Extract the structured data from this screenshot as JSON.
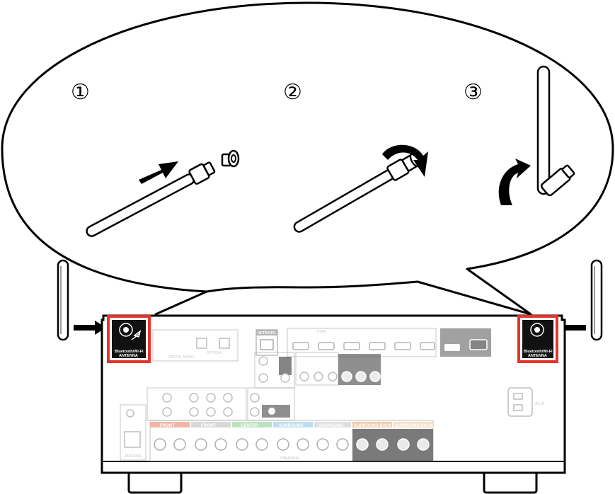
{
  "steps": [
    {
      "number": "①"
    },
    {
      "number": "②"
    },
    {
      "number": "③"
    }
  ],
  "receiver": {
    "antenna_left_label_line1": "Bluetooth/Wi-Fi",
    "antenna_left_label_line2": "ANTENNA",
    "antenna_right_label_line1": "Bluetooth/Wi-Fi",
    "antenna_right_label_line2": "ANTENNA",
    "network_label": "NETWORK",
    "hdmi_label": "HDMI",
    "digital_audio_label": "DIGITAL AUDIO",
    "optical_label": "OPTICAL",
    "ac_in_label": "AC IN",
    "fm_am_label": "ANTENNA",
    "speakers_label": "SPEAKERS",
    "speaker_groups": [
      {
        "label": "FRONT",
        "color": "#e8846f"
      },
      {
        "label": "FRONT",
        "color": "#bfbfbf"
      },
      {
        "label": "CENTER",
        "color": "#8fcf8f"
      },
      {
        "label": "SURROUND",
        "color": "#8ec7e8"
      },
      {
        "label": "SURROUND",
        "color": "#c9c9c9"
      },
      {
        "label": "SURROUND BACK",
        "color": "#e8a86a"
      },
      {
        "label": "SURROUND BACK",
        "color": "#f2c79a"
      }
    ],
    "highlight_color": "#e8322c"
  }
}
